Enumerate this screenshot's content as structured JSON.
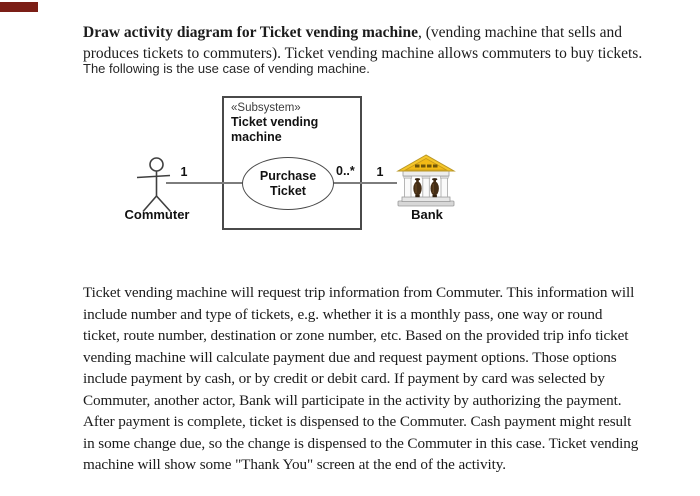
{
  "header": {
    "title_bold": "Draw activity diagram for Ticket vending machine",
    "title_tail": ", (vending machine that sells and",
    "title_line2": "produces tickets to commuters). Ticket vending machine allows commuters to buy tickets.",
    "subtitle": "The following is the use case of vending machine."
  },
  "diagram": {
    "stereotype": "«Subsystem»",
    "subsystem_name": "Ticket vending machine",
    "use_case": "Purchase Ticket",
    "actor_left": "Commuter",
    "actor_right": "Bank",
    "multiplicity_left": "1",
    "multiplicity_middle": "0..*",
    "multiplicity_right": "1"
  },
  "body": {
    "lines": [
      "Ticket vending machine will request trip information from Commuter. This information will",
      "include number and type of tickets, e.g. whether it is a monthly pass, one way or round",
      "ticket, route number, destination or zone number, etc. Based on the provided trip info ticket",
      "vending machine will calculate payment due and request payment options. Those options",
      "include payment by cash, or by credit or debit card. If payment by card was selected by",
      "Commuter, another actor, Bank will participate in the activity by authorizing the payment.",
      "After payment is complete, ticket is dispensed to the Commuter. Cash payment might result",
      "in some change due, so the change is dispensed to the Commuter in this case. Ticket vending",
      "machine will show some \"Thank You\" screen at the end of the activity."
    ]
  },
  "colors": {
    "corner_mark": "#7b1e16",
    "diagram_stroke": "#4a4a4a",
    "bank_gold": "#f5c62a"
  }
}
